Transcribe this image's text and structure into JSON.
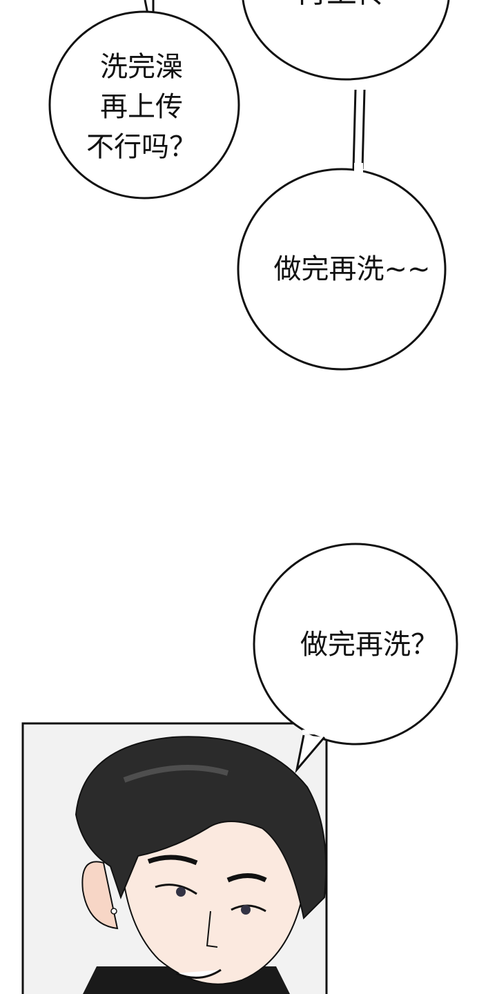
{
  "bubbles": [
    {
      "text": "再上传"
    },
    {
      "lines": [
        "洗完澡",
        "再上传",
        "不行吗？"
      ]
    },
    {
      "text": "做完再洗~~"
    },
    {
      "text": "做完再洗？"
    }
  ],
  "colors": {
    "background": "#ffffff",
    "ink": "#111111",
    "hair": "#2b2b2b",
    "skin": "#fbe9df",
    "panel_bg": "#f2f2f2"
  }
}
